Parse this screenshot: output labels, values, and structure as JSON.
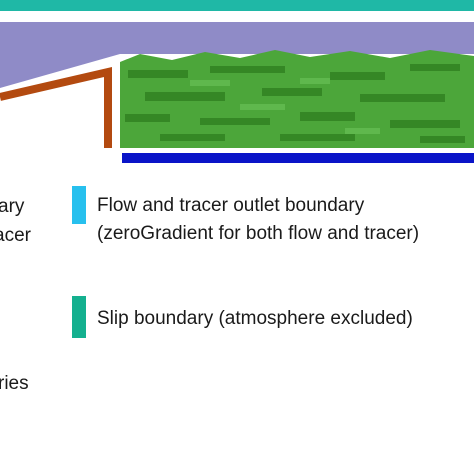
{
  "colors": {
    "top_band": "#1fb8a6",
    "air": "#8f8bc7",
    "vegetation_base": "#4ca63a",
    "vegetation_dark": "#2e7d1f",
    "wall": "#b34a10",
    "wall_edge": "#ffffff",
    "bottom_boundary": "#0a14c8",
    "outlet_swatch": "#27c0ee",
    "slip_swatch": "#14b08f"
  },
  "legend": {
    "partial_left": {
      "line1": "ary",
      "line2": "acer",
      "line3": "ries"
    },
    "outlet": {
      "line1": "Flow and tracer outlet boundary",
      "line2": "(zeroGradient for both flow and tracer)"
    },
    "slip": {
      "line1": "Slip boundary (atmosphere excluded)"
    }
  }
}
